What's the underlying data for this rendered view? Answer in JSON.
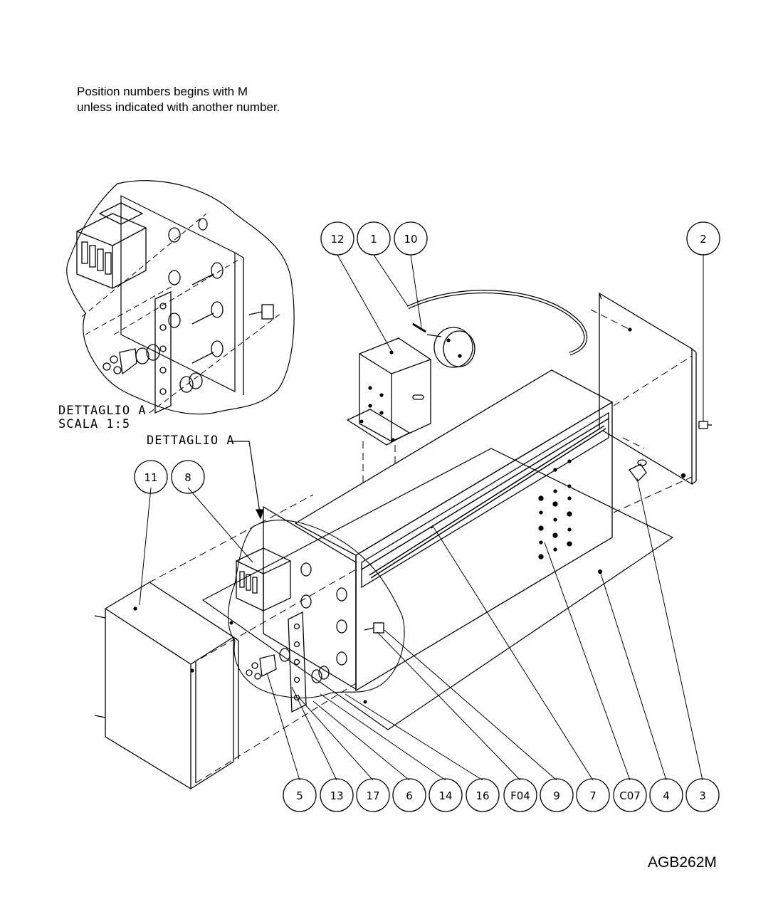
{
  "note": {
    "line1": "Position numbers begins with  M",
    "line2": "unless indicated with another number."
  },
  "document_id": "AGB262M",
  "detail": {
    "inset_title": "DETTAGLIO A",
    "inset_scale": "SCALA 1:5",
    "callout": "DETTAGLIO A"
  },
  "top_balloons": [
    "12",
    "1",
    "10",
    "2"
  ],
  "mid_balloons": [
    "11",
    "8"
  ],
  "bottom_balloons": [
    "5",
    "13",
    "17",
    "6",
    "14",
    "16",
    "F04",
    "9",
    "7",
    "C07",
    "4",
    "3"
  ]
}
